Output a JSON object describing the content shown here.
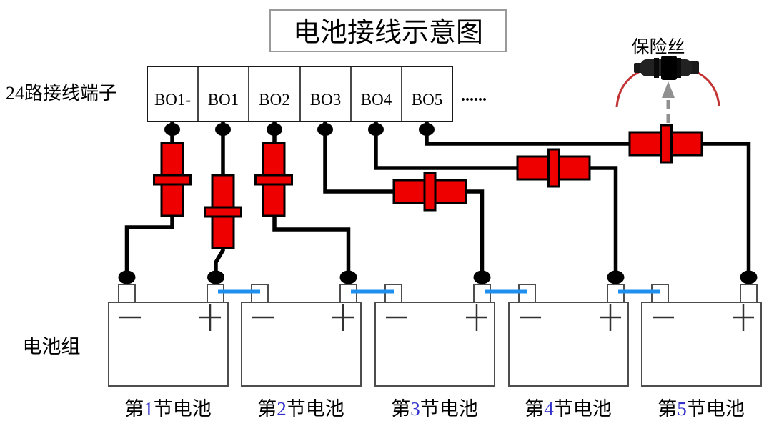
{
  "diagram": {
    "title": "电池接线示意图",
    "terminal_block_label": "24路接线端子",
    "battery_pack_label": "电池组",
    "fuse_label": "保险丝",
    "ellipsis": "......",
    "terminals": [
      "BO1-",
      "BO1",
      "BO2",
      "BO3",
      "BO4",
      "BO5"
    ],
    "polarity_negative_mark": "−",
    "polarity_positive_mark": "+",
    "batteries": [
      {
        "label_prefix": "第",
        "number": "1",
        "label_suffix": "节电池"
      },
      {
        "label_prefix": "第",
        "number": "2",
        "label_suffix": "节电池"
      },
      {
        "label_prefix": "第",
        "number": "3",
        "label_suffix": "节电池"
      },
      {
        "label_prefix": "第",
        "number": "4",
        "label_suffix": "节电池"
      },
      {
        "label_prefix": "第",
        "number": "5",
        "label_suffix": "节电池"
      }
    ],
    "colors": {
      "fuse_symbol_red": "#ee0000",
      "series_link_blue": "#1f8fef",
      "battery_number_blue": "#3333cc",
      "wire_black": "#000000",
      "arrow_gray": "#909090",
      "fuse_photo_wire_red": "#c23434",
      "title_box_border_gray": "#9a9a9a"
    }
  }
}
